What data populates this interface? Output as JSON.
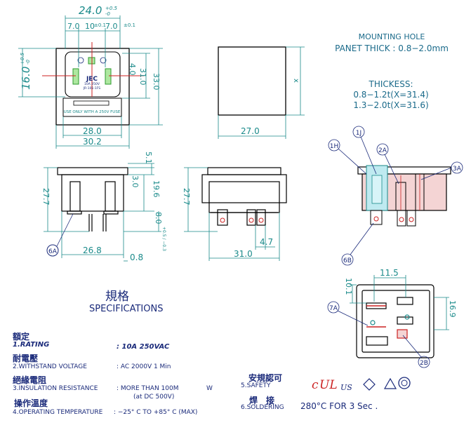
{
  "top_dims": {
    "width": "24.0",
    "width_tol_plus": "+0.5",
    "width_tol_minus": "-0",
    "left7": "7.0",
    "mid": "10",
    "mid_tol": "±0.1",
    "right7": "7.0",
    "right_tol": "±0.1",
    "height16": "16.0",
    "h16_tol_plus": "+0.5",
    "h16_tol_minus": "-0",
    "h4": "4.0",
    "h31": "31.0",
    "h33": "33.0",
    "bottom28": "28.0",
    "bottom30": "30.2",
    "side_width": "27.0",
    "side_x": "x"
  },
  "front_label": {
    "rating_mark": "10A  250V",
    "model": "JR-101-1FS",
    "fuse_label": "USE ONLY WITH A 250V FUSE"
  },
  "mounting": {
    "title": "MOUNTING HOLE",
    "panel": "PANET THICK : 0.8−2.0mm",
    "thick_title": "THICKESS:",
    "thick1": "0.8−1.2t(X=31.4)",
    "thick2": "1.3−2.0t(X=31.6)"
  },
  "mid_dims": {
    "d51": "5.1",
    "d30": "3.0",
    "d196": "19.6",
    "d277a": "27.7",
    "d80": "8.0",
    "d80_tol": "+0.5 / −0.3",
    "d268": "26.8",
    "d08": "0.8",
    "d277b": "27.7",
    "d47": "4.7",
    "d310": "31.0"
  },
  "callouts": {
    "a6": "6A",
    "b6": "6B",
    "h1": "1H",
    "j1": "1J",
    "a2": "2A",
    "a3": "3A",
    "a7": "7A",
    "b2": "2B"
  },
  "bottom_dims": {
    "d115": "11.5",
    "d101": "10.1",
    "d169": "16.9"
  },
  "specs": {
    "title_cjk": "規格",
    "title": "SPECIFICATIONS",
    "rating_cjk": "額定",
    "rating_label": "1.RATING",
    "rating_value": ": 10A  250VAC",
    "withstand_cjk": "耐電壓",
    "withstand_label": "2.WITHSTAND  VOLTAGE",
    "withstand_value": ":  AC  2000V  1  Min",
    "insulation_cjk": "絕緣電阻",
    "insulation_label": "3.INSULATION  RESISTANCE",
    "insulation_value": ":  MORE  THAN  100M",
    "insulation_unit": "W",
    "insulation_sub": "(at  DC  500V)",
    "temp_cjk": "操作溫度",
    "temp_label": "4.OPERATING  TEMPERATURE",
    "temp_value": ":  −25° C  TO  +85° C  (MAX)",
    "safety_cjk": "安規認可",
    "safety_label": "5.SAFETY",
    "solder_cjk": "焊　接",
    "solder_label": "6.SOLDERING",
    "solder_value": "280°C  FOR  3  Sec  ."
  },
  "colors": {
    "dimension": "#1a8a8a",
    "part_outline": "#000000",
    "pin_green": "#2e9a2e",
    "pin_red": "#cc2222",
    "label_blue": "#1a2a7a"
  }
}
